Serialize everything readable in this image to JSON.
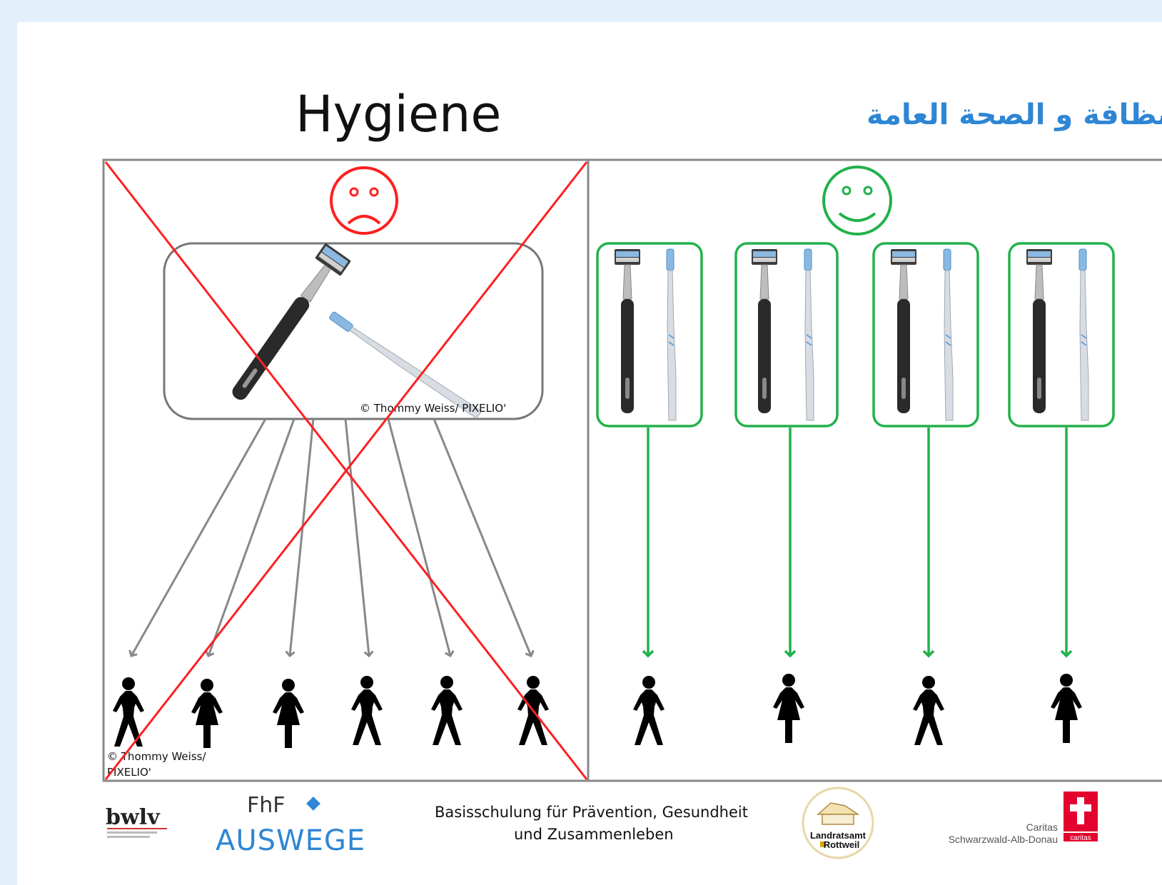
{
  "title": {
    "main": "Hygiene",
    "arabic": "النظافة و الصحة العامة"
  },
  "left_panel": {
    "state": "wrong",
    "face": "sad-face",
    "image_credit": "© Thommy Weiss/ PIXELIO'",
    "bottom_credit_line1": "© Thommy Weiss/",
    "bottom_credit_line2": "PIXELIO'",
    "people": [
      "man",
      "woman",
      "woman",
      "man",
      "man",
      "man"
    ]
  },
  "right_panel": {
    "state": "right",
    "face": "happy-face",
    "people": [
      "man",
      "woman",
      "man",
      "woman"
    ]
  },
  "footer": {
    "line1": "Basisschulung  für Prävention, Gesundheit",
    "line2": "und  Zusammenleben",
    "logo_bwlv": "bwlv",
    "logo_fhf": "FhF",
    "logo_auswege": "AUSWEGE",
    "logo_landratsamt_1": "Landratsamt",
    "logo_landratsamt_2": "Rottweil",
    "logo_caritas_1": "Caritas",
    "logo_caritas_2": "Schwarzwald-Alb-Donau",
    "logo_caritas_badge": "caritas"
  },
  "colors": {
    "background": "#e3f0fb",
    "wrong": "#ff2020",
    "right": "#22b14c",
    "frame": "#888888",
    "arabic_title": "#2e86d4"
  }
}
